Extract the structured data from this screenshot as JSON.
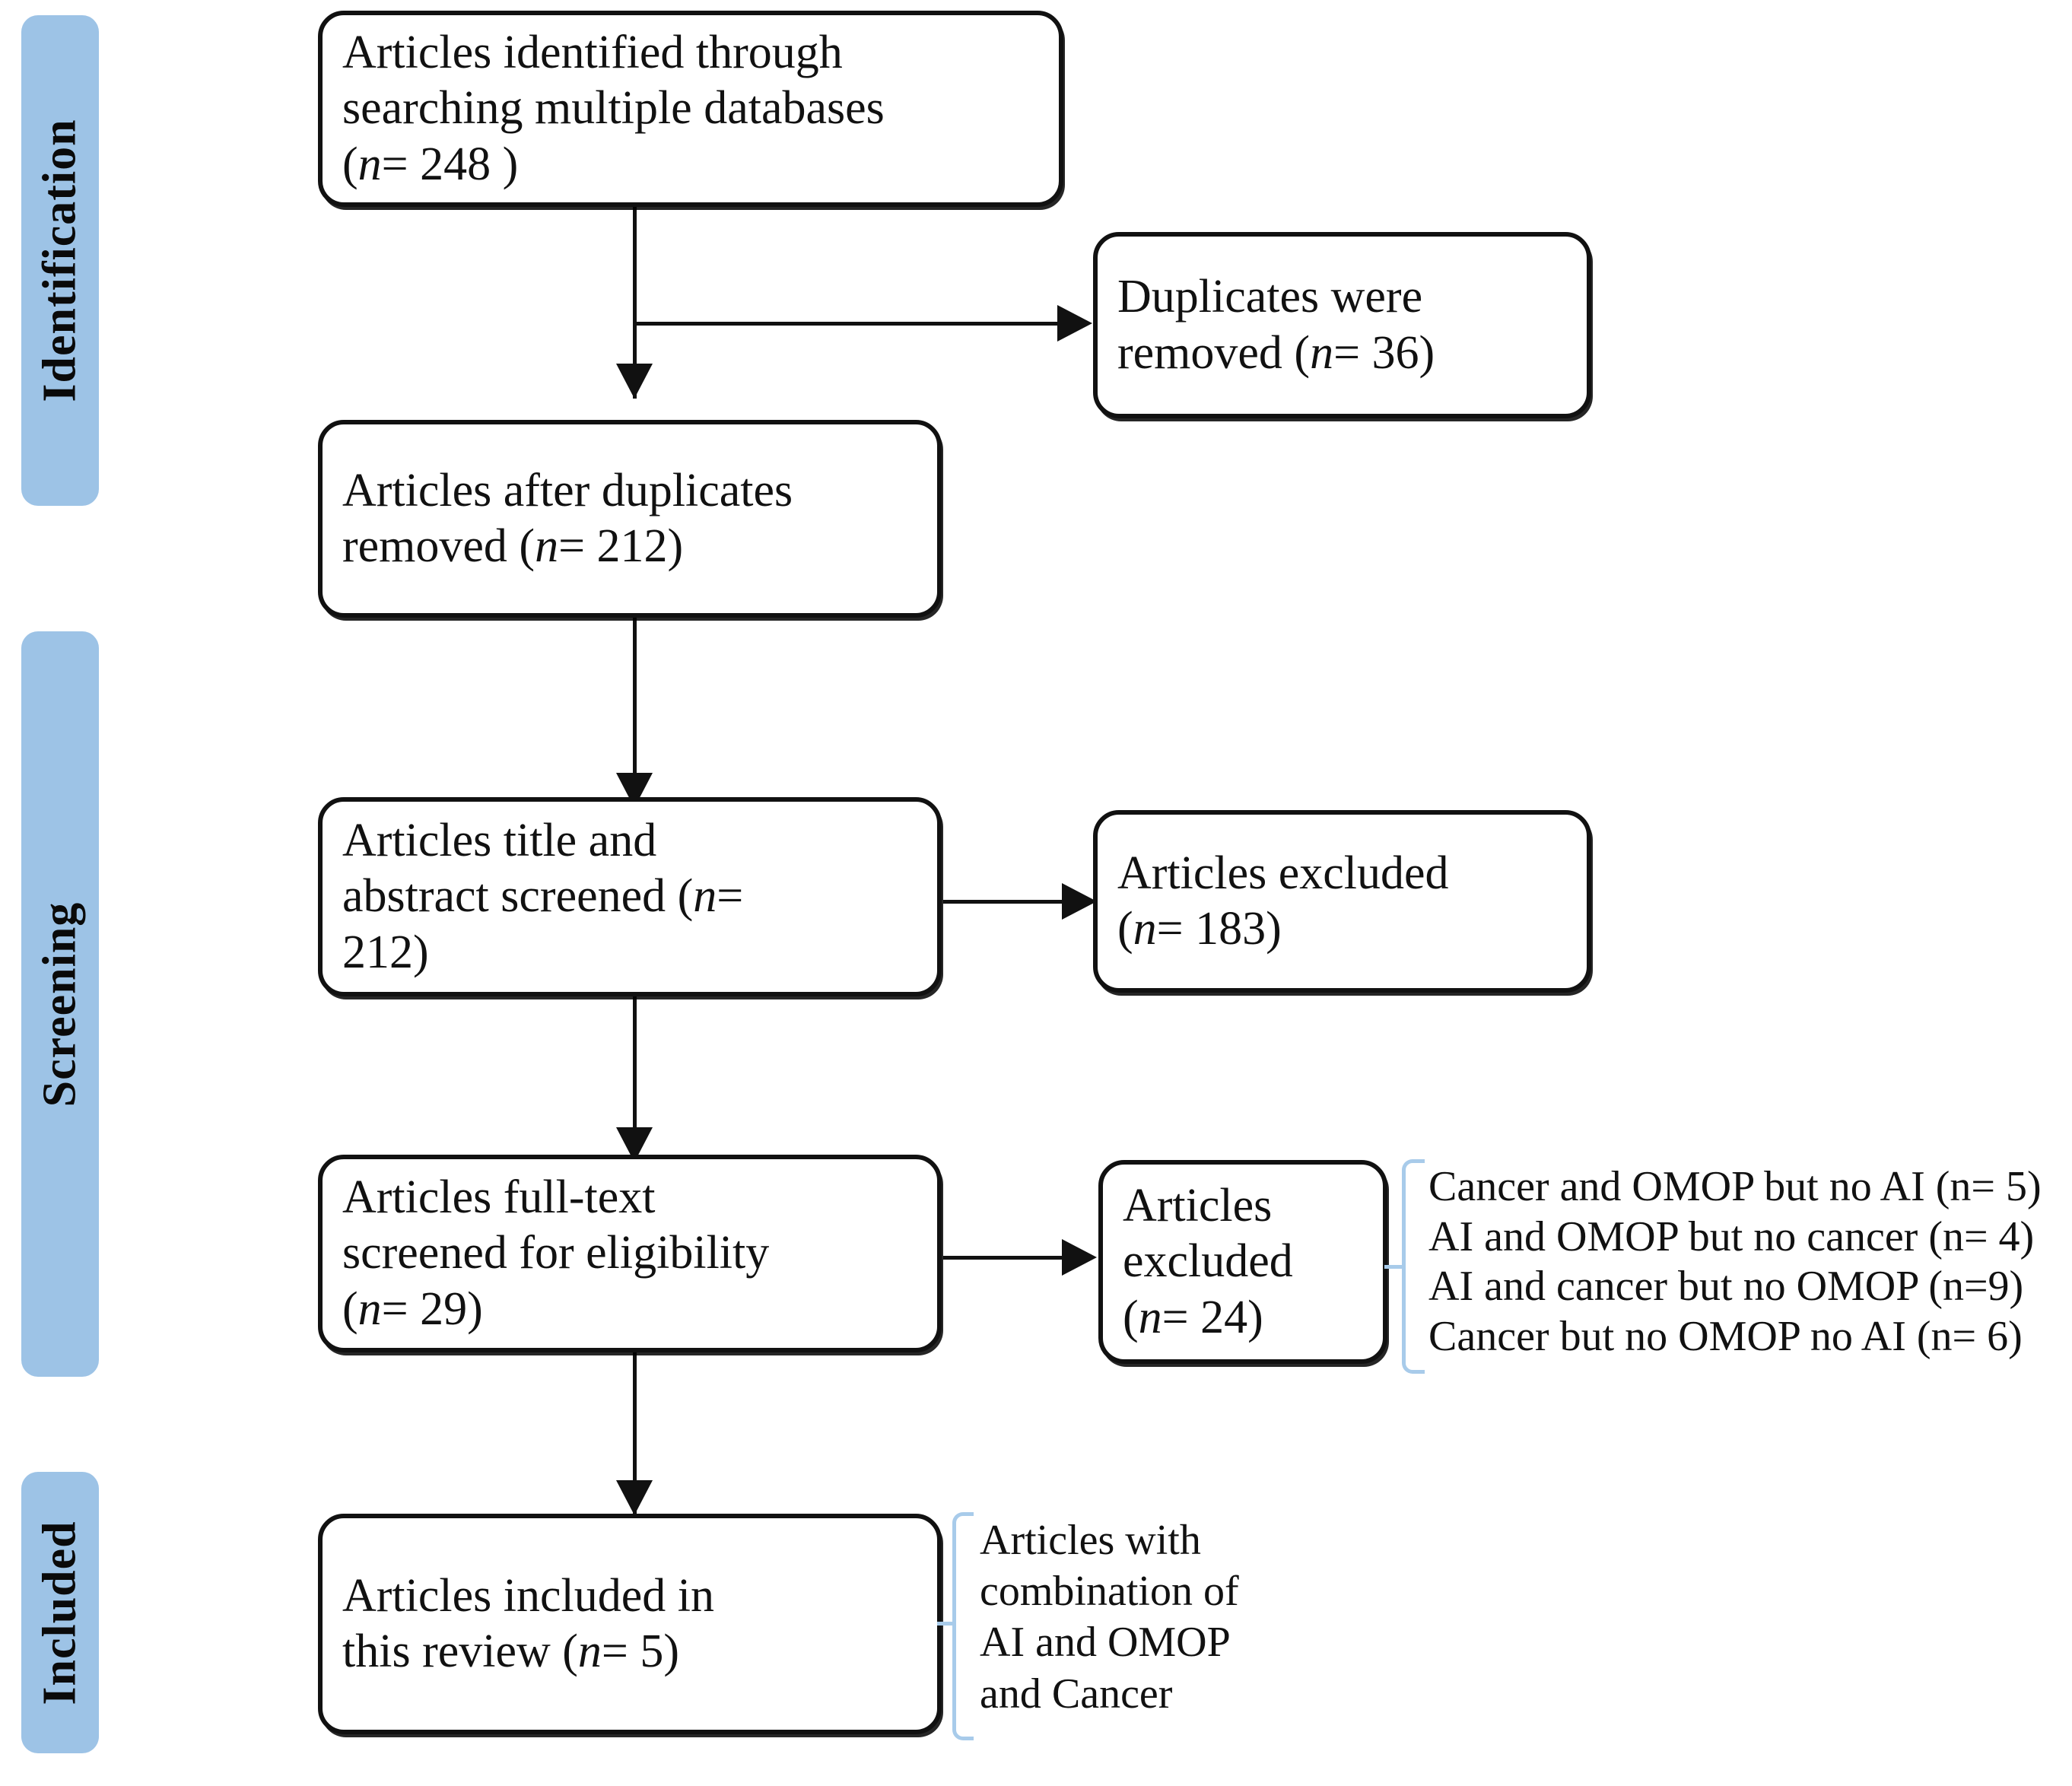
{
  "diagram": {
    "title": "PRISMA flow diagram of article selection",
    "accent_color": "#9DC3E6",
    "brace_color": "#A8CBEA",
    "box_border_color": "#111111"
  },
  "stages": [
    {
      "id": "identification",
      "label": "Identification"
    },
    {
      "id": "screening",
      "label": "Screening"
    },
    {
      "id": "included",
      "label": "Included"
    }
  ],
  "boxes": {
    "identified": {
      "line1": "Articles identified through",
      "line2": "searching multiple databases",
      "n_prefix": "(",
      "n_italic": "n",
      "n_value": "= 248 )"
    },
    "after_duplicates": {
      "line1": "Articles after duplicates",
      "line2_pre": "removed (",
      "n_italic": "n",
      "n_value": "= 212)"
    },
    "duplicates_removed": {
      "line1": "Duplicates were",
      "line2_pre": "removed (",
      "n_italic": "n",
      "n_value": "= 36)"
    },
    "title_abstract_screened": {
      "line1": "Articles title and",
      "line2_pre": "abstract screened (",
      "n_italic": "n",
      "line2_post": "=",
      "line3": "212)"
    },
    "excluded_screen": {
      "line1": "Articles excluded",
      "line2_pre": "(",
      "n_italic": "n",
      "n_value": "= 183)"
    },
    "fulltext_screened": {
      "line1": "Articles full-text",
      "line2": "screened for eligibility",
      "line3_pre": "(",
      "n_italic": "n",
      "n_value": "= 29)"
    },
    "excluded_fulltext": {
      "line1": "Articles",
      "line2": "excluded",
      "line3_pre": "(",
      "n_italic": "n",
      "n_value": "= 24)"
    },
    "included": {
      "line1": "Articles included in",
      "line2_pre": "this review (",
      "n_italic": "n",
      "n_value": "= 5)"
    }
  },
  "annotations": {
    "exclusion_reasons": [
      "Cancer and OMOP but no AI (n= 5)",
      "AI and OMOP but no cancer (n= 4)",
      "AI and cancer but no OMOP (n=9)",
      "Cancer but no OMOP no AI (n= 6)"
    ],
    "inclusion_note": [
      "Articles with",
      "combination of",
      "AI and OMOP",
      "and Cancer"
    ]
  },
  "chart_data": {
    "type": "diagram",
    "title": "PRISMA flow diagram",
    "nodes": [
      {
        "id": "identified",
        "stage": "Identification",
        "label": "Articles identified through searching multiple databases",
        "n": 248
      },
      {
        "id": "duplicates_removed",
        "stage": "Identification",
        "label": "Duplicates were removed",
        "n": 36
      },
      {
        "id": "after_duplicates",
        "stage": "Identification",
        "label": "Articles after duplicates removed",
        "n": 212
      },
      {
        "id": "title_abstract_screened",
        "stage": "Screening",
        "label": "Articles title and abstract screened",
        "n": 212
      },
      {
        "id": "excluded_screen",
        "stage": "Screening",
        "label": "Articles excluded",
        "n": 183
      },
      {
        "id": "fulltext_screened",
        "stage": "Screening",
        "label": "Articles full-text screened for eligibility",
        "n": 29
      },
      {
        "id": "excluded_fulltext",
        "stage": "Screening",
        "label": "Articles excluded",
        "n": 24,
        "reasons": [
          {
            "label": "Cancer and OMOP but no AI",
            "n": 5
          },
          {
            "label": "AI and OMOP but no cancer",
            "n": 4
          },
          {
            "label": "AI and cancer but no OMOP",
            "n": 9
          },
          {
            "label": "Cancer but no OMOP no AI",
            "n": 6
          }
        ]
      },
      {
        "id": "included",
        "stage": "Included",
        "label": "Articles included in this review",
        "n": 5,
        "note": "Articles with combination of AI and OMOP and Cancer"
      }
    ],
    "edges": [
      {
        "from": "identified",
        "to": "after_duplicates",
        "type": "down"
      },
      {
        "from": "identified",
        "to": "duplicates_removed",
        "type": "right"
      },
      {
        "from": "after_duplicates",
        "to": "title_abstract_screened",
        "type": "down"
      },
      {
        "from": "title_abstract_screened",
        "to": "excluded_screen",
        "type": "right"
      },
      {
        "from": "title_abstract_screened",
        "to": "fulltext_screened",
        "type": "down"
      },
      {
        "from": "fulltext_screened",
        "to": "excluded_fulltext",
        "type": "right"
      },
      {
        "from": "fulltext_screened",
        "to": "included",
        "type": "down"
      }
    ]
  }
}
